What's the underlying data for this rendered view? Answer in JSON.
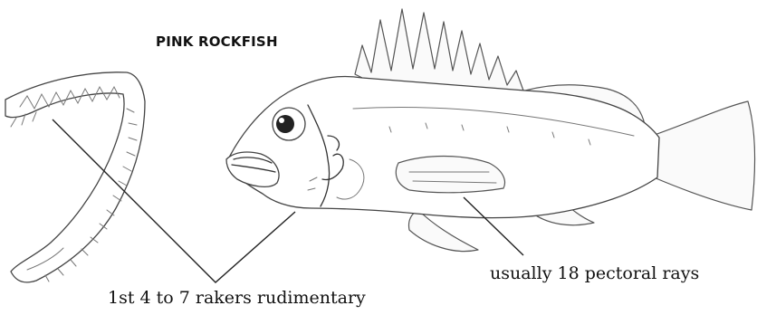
{
  "diagram": {
    "title": "PINK ROCKFISH",
    "annotations": {
      "pectoral": "usually 18 pectoral rays",
      "rakers": "1st 4 to 7 rakers rudimentary"
    }
  },
  "colors": {
    "background": "#ffffff",
    "ink": "#222222",
    "outline": "#444444"
  }
}
